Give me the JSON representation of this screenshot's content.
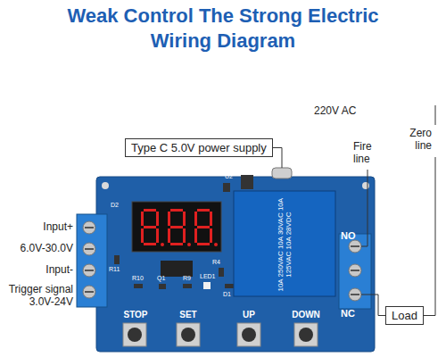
{
  "diagram": {
    "title": "Weak Control The Strong Electric Wiring Diagram",
    "nodes": [
      {
        "text": [
          "Type C 5.0V power supply"
        ]
      },
      {
        "text": [
          "Load"
        ]
      }
    ],
    "labels": [
      "Input+",
      "6.0V-30.0V",
      "Input-",
      "Trigger signal 3.0V-24V",
      "220V AC",
      "Fire line",
      "Zero line",
      "NO",
      "NC",
      "STOP",
      "SET",
      "UP",
      "DOWN",
      "10A 250VAC 10A 30VAC 10A 125VAC 10A 28VDC",
      "D2",
      "U2",
      "R10",
      "Q1",
      "R9",
      "LED1",
      "R4",
      "D1",
      "R11"
    ]
  }
}
